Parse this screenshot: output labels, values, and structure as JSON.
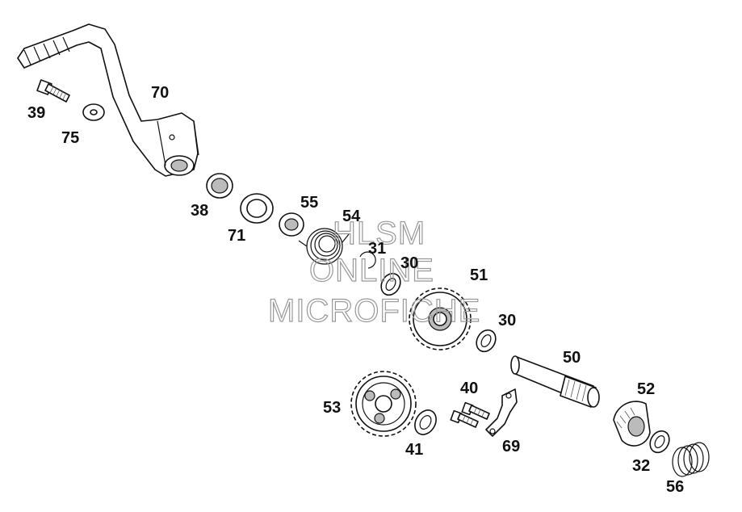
{
  "labels": {
    "l70": "70",
    "l39": "39",
    "l75": "75",
    "l38": "38",
    "l71": "71",
    "l55": "55",
    "l54": "54",
    "l31": "31",
    "l30a": "30",
    "l51": "51",
    "l30b": "30",
    "l50": "50",
    "l52": "52",
    "l40": "40",
    "l53": "53",
    "l69": "69",
    "l41": "41",
    "l32": "32",
    "l56": "56"
  },
  "watermark": {
    "line1": "HLSM",
    "line2": "ONLINE",
    "line3": "MICROFICHE"
  }
}
